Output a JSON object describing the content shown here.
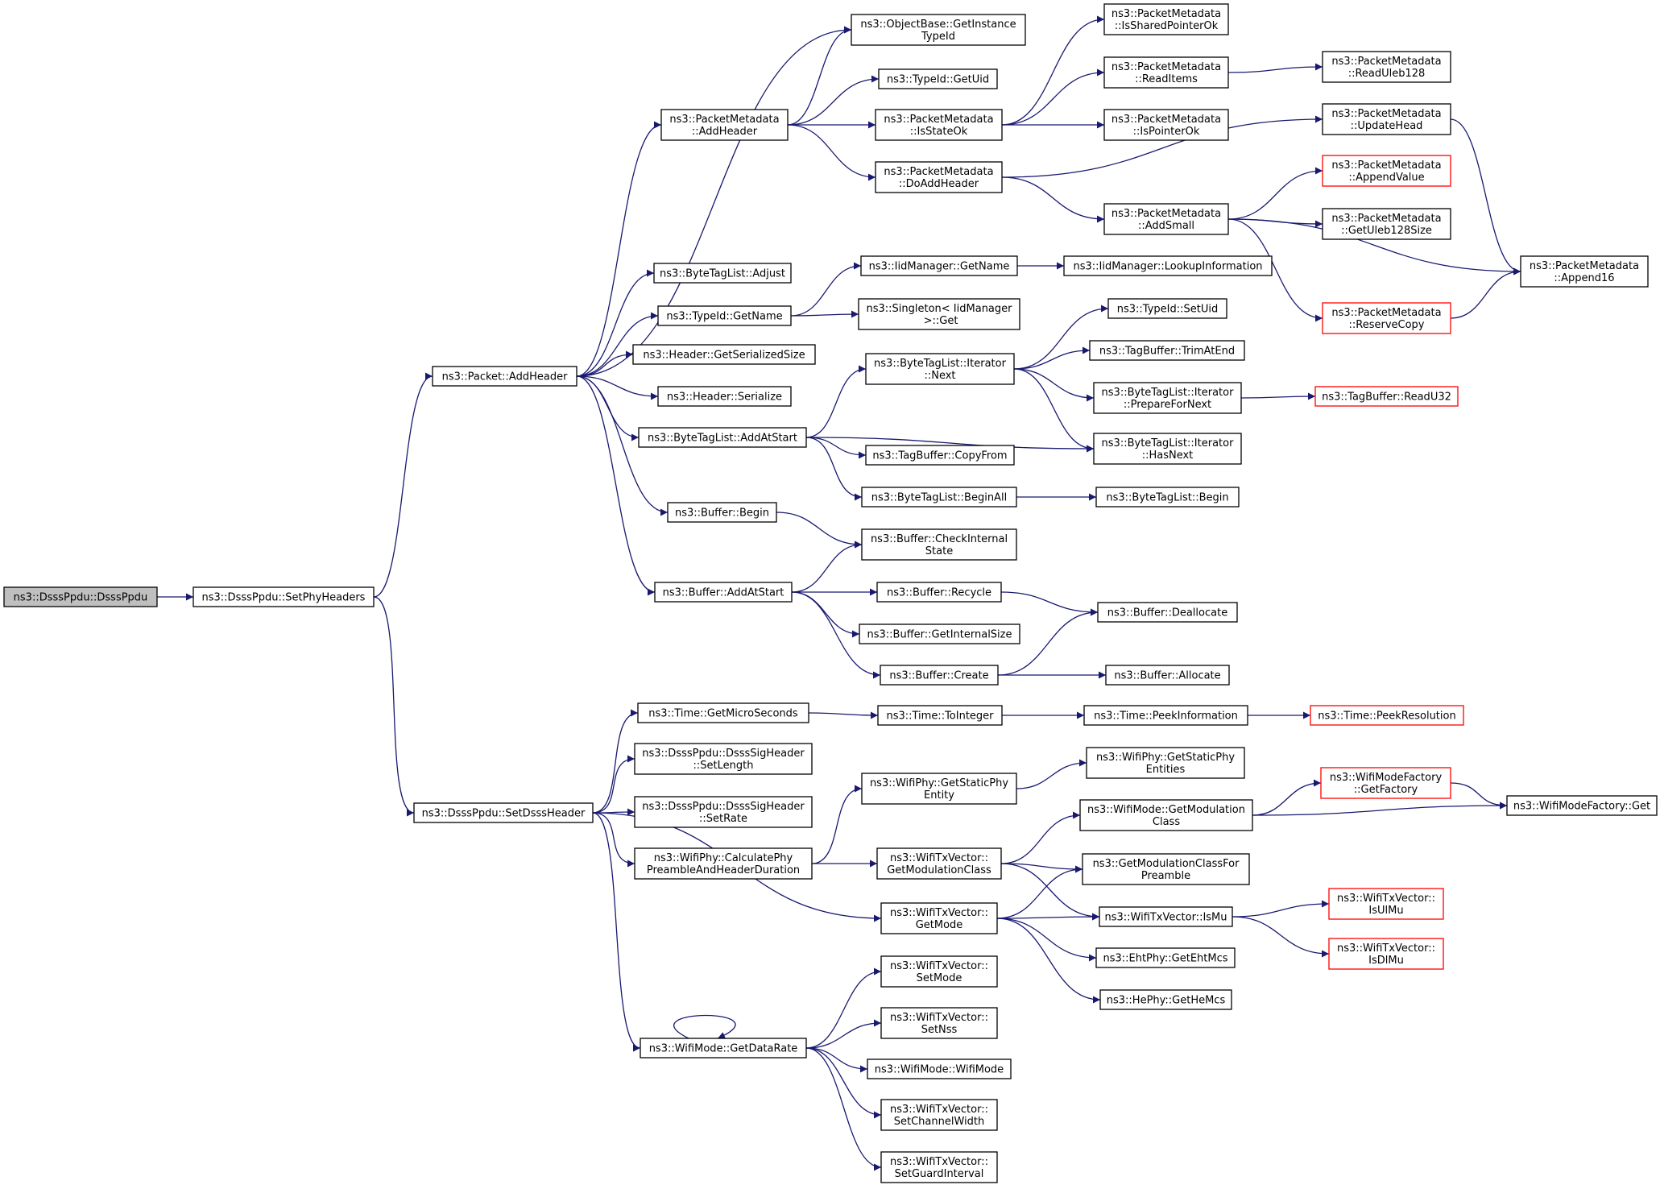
{
  "colors": {
    "edge": "#191970",
    "node_border": "#000000",
    "node_border_truncated": "#ff0000",
    "node_fill": "#ffffff",
    "root_fill": "#bfbfbf",
    "text": "#000000"
  },
  "nodes": [
    {
      "id": "n0",
      "lines": [
        "ns3::DsssPpdu::DsssPpdu"
      ],
      "root": true
    },
    {
      "id": "n1",
      "lines": [
        "ns3::DsssPpdu::SetPhyHeaders"
      ]
    },
    {
      "id": "n2",
      "lines": [
        "ns3::Packet::AddHeader"
      ]
    },
    {
      "id": "n3",
      "lines": [
        "ns3::DsssPpdu::SetDsssHeader"
      ]
    },
    {
      "id": "n4",
      "lines": [
        "ns3::ObjectBase::GetInstance",
        "TypeId"
      ]
    },
    {
      "id": "n5",
      "lines": [
        "ns3::PacketMetadata",
        "::AddHeader"
      ]
    },
    {
      "id": "n6",
      "lines": [
        "ns3::ByteTagList::Adjust"
      ]
    },
    {
      "id": "n7",
      "lines": [
        "ns3::TypeId::GetName"
      ]
    },
    {
      "id": "n8",
      "lines": [
        "ns3::Header::GetSerializedSize"
      ]
    },
    {
      "id": "n9",
      "lines": [
        "ns3::Header::Serialize"
      ]
    },
    {
      "id": "n10",
      "lines": [
        "ns3::ByteTagList::AddAtStart"
      ]
    },
    {
      "id": "n11",
      "lines": [
        "ns3::Buffer::Begin"
      ]
    },
    {
      "id": "n12",
      "lines": [
        "ns3::Buffer::AddAtStart"
      ]
    },
    {
      "id": "n13",
      "lines": [
        "ns3::TypeId::GetUid"
      ]
    },
    {
      "id": "n14",
      "lines": [
        "ns3::PacketMetadata",
        "::IsStateOk"
      ]
    },
    {
      "id": "n15",
      "lines": [
        "ns3::PacketMetadata",
        "::DoAddHeader"
      ]
    },
    {
      "id": "n16",
      "lines": [
        "ns3::PacketMetadata",
        "::IsSharedPointerOk"
      ]
    },
    {
      "id": "n17",
      "lines": [
        "ns3::PacketMetadata",
        "::ReadItems"
      ]
    },
    {
      "id": "n18",
      "lines": [
        "ns3::PacketMetadata",
        "::IsPointerOk"
      ]
    },
    {
      "id": "n19",
      "lines": [
        "ns3::PacketMetadata",
        "::ReadUleb128"
      ]
    },
    {
      "id": "n20",
      "lines": [
        "ns3::PacketMetadata",
        "::UpdateHead"
      ]
    },
    {
      "id": "n21",
      "lines": [
        "ns3::PacketMetadata",
        "::AddSmall"
      ]
    },
    {
      "id": "n22",
      "lines": [
        "ns3::PacketMetadata",
        "::Append16"
      ]
    },
    {
      "id": "n23",
      "lines": [
        "ns3::PacketMetadata",
        "::AppendValue"
      ],
      "truncated": true
    },
    {
      "id": "n24",
      "lines": [
        "ns3::PacketMetadata",
        "::GetUleb128Size"
      ]
    },
    {
      "id": "n25",
      "lines": [
        "ns3::PacketMetadata",
        "::ReserveCopy"
      ],
      "truncated": true
    },
    {
      "id": "n26",
      "lines": [
        "ns3::IidManager::GetName"
      ]
    },
    {
      "id": "n27",
      "lines": [
        "ns3::Singleton< IidManager",
        " >::Get"
      ]
    },
    {
      "id": "n28",
      "lines": [
        "ns3::IidManager::LookupInformation"
      ]
    },
    {
      "id": "n29",
      "lines": [
        "ns3::ByteTagList::Iterator",
        "::Next"
      ]
    },
    {
      "id": "n30",
      "lines": [
        "ns3::TagBuffer::CopyFrom"
      ]
    },
    {
      "id": "n31",
      "lines": [
        "ns3::ByteTagList::BeginAll"
      ]
    },
    {
      "id": "n32",
      "lines": [
        "ns3::ByteTagList::Iterator",
        "::HasNext"
      ]
    },
    {
      "id": "n33",
      "lines": [
        "ns3::TypeId::SetUid"
      ]
    },
    {
      "id": "n34",
      "lines": [
        "ns3::TagBuffer::TrimAtEnd"
      ]
    },
    {
      "id": "n35",
      "lines": [
        "ns3::ByteTagList::Iterator",
        "::PrepareForNext"
      ]
    },
    {
      "id": "n36",
      "lines": [
        "ns3::TagBuffer::ReadU32"
      ],
      "truncated": true
    },
    {
      "id": "n37",
      "lines": [
        "ns3::ByteTagList::Begin"
      ]
    },
    {
      "id": "n38",
      "lines": [
        "ns3::Buffer::CheckInternal",
        "State"
      ]
    },
    {
      "id": "n39",
      "lines": [
        "ns3::Buffer::Recycle"
      ]
    },
    {
      "id": "n40",
      "lines": [
        "ns3::Buffer::GetInternalSize"
      ]
    },
    {
      "id": "n41",
      "lines": [
        "ns3::Buffer::Create"
      ]
    },
    {
      "id": "n42",
      "lines": [
        "ns3::Buffer::Deallocate"
      ]
    },
    {
      "id": "n43",
      "lines": [
        "ns3::Buffer::Allocate"
      ]
    },
    {
      "id": "n44",
      "lines": [
        "ns3::Time::GetMicroSeconds"
      ]
    },
    {
      "id": "n45",
      "lines": [
        "ns3::DsssPpdu::DsssSigHeader",
        "::SetLength"
      ]
    },
    {
      "id": "n46",
      "lines": [
        "ns3::DsssPpdu::DsssSigHeader",
        "::SetRate"
      ]
    },
    {
      "id": "n47",
      "lines": [
        "ns3::WifiPhy::CalculatePhy",
        "PreambleAndHeaderDuration"
      ]
    },
    {
      "id": "n48",
      "lines": [
        "ns3::WifiTxVector::",
        "GetMode"
      ]
    },
    {
      "id": "n49",
      "lines": [
        "ns3::WifiMode::GetDataRate"
      ]
    },
    {
      "id": "n50",
      "lines": [
        "ns3::Time::ToInteger"
      ]
    },
    {
      "id": "n51",
      "lines": [
        "ns3::Time::PeekInformation"
      ]
    },
    {
      "id": "n52",
      "lines": [
        "ns3::Time::PeekResolution"
      ],
      "truncated": true
    },
    {
      "id": "n53",
      "lines": [
        "ns3::WifiPhy::GetStaticPhy",
        "Entity"
      ]
    },
    {
      "id": "n54",
      "lines": [
        "ns3::WifiTxVector::",
        "GetModulationClass"
      ]
    },
    {
      "id": "n55",
      "lines": [
        "ns3::WifiPhy::GetStaticPhy",
        "Entities"
      ]
    },
    {
      "id": "n56",
      "lines": [
        "ns3::WifiMode::GetModulation",
        "Class"
      ]
    },
    {
      "id": "n57",
      "lines": [
        "ns3::GetModulationClassFor",
        "Preamble"
      ]
    },
    {
      "id": "n58",
      "lines": [
        "ns3::WifiTxVector::IsMu"
      ]
    },
    {
      "id": "n59",
      "lines": [
        "ns3::WifiModeFactory",
        "::GetFactory"
      ],
      "truncated": true
    },
    {
      "id": "n60",
      "lines": [
        "ns3::WifiModeFactory::Get"
      ]
    },
    {
      "id": "n61",
      "lines": [
        "ns3::WifiTxVector::",
        "IsUlMu"
      ],
      "truncated": true
    },
    {
      "id": "n62",
      "lines": [
        "ns3::WifiTxVector::",
        "IsDlMu"
      ],
      "truncated": true
    },
    {
      "id": "n63",
      "lines": [
        "ns3::EhtPhy::GetEhtMcs"
      ]
    },
    {
      "id": "n64",
      "lines": [
        "ns3::HePhy::GetHeMcs"
      ]
    },
    {
      "id": "n65",
      "lines": [
        "ns3::WifiTxVector::",
        "SetMode"
      ]
    },
    {
      "id": "n66",
      "lines": [
        "ns3::WifiTxVector::",
        "SetNss"
      ]
    },
    {
      "id": "n67",
      "lines": [
        "ns3::WifiMode::WifiMode"
      ]
    },
    {
      "id": "n68",
      "lines": [
        "ns3::WifiTxVector::",
        "SetChannelWidth"
      ]
    },
    {
      "id": "n69",
      "lines": [
        "ns3::WifiTxVector::",
        "SetGuardInterval"
      ]
    }
  ],
  "edges": [
    [
      "n0",
      "n1"
    ],
    [
      "n1",
      "n2"
    ],
    [
      "n1",
      "n3"
    ],
    [
      "n2",
      "n4"
    ],
    [
      "n2",
      "n5"
    ],
    [
      "n2",
      "n6"
    ],
    [
      "n2",
      "n7"
    ],
    [
      "n2",
      "n8"
    ],
    [
      "n2",
      "n9"
    ],
    [
      "n2",
      "n10"
    ],
    [
      "n2",
      "n11"
    ],
    [
      "n2",
      "n12"
    ],
    [
      "n5",
      "n4"
    ],
    [
      "n5",
      "n13"
    ],
    [
      "n5",
      "n14"
    ],
    [
      "n5",
      "n15"
    ],
    [
      "n14",
      "n16"
    ],
    [
      "n14",
      "n17"
    ],
    [
      "n14",
      "n18"
    ],
    [
      "n17",
      "n19"
    ],
    [
      "n15",
      "n20"
    ],
    [
      "n15",
      "n21"
    ],
    [
      "n20",
      "n22"
    ],
    [
      "n21",
      "n23"
    ],
    [
      "n21",
      "n24"
    ],
    [
      "n21",
      "n22"
    ],
    [
      "n21",
      "n25"
    ],
    [
      "n25",
      "n22"
    ],
    [
      "n7",
      "n26"
    ],
    [
      "n7",
      "n27"
    ],
    [
      "n26",
      "n28"
    ],
    [
      "n10",
      "n29"
    ],
    [
      "n10",
      "n30"
    ],
    [
      "n10",
      "n31"
    ],
    [
      "n10",
      "n32"
    ],
    [
      "n29",
      "n33"
    ],
    [
      "n29",
      "n34"
    ],
    [
      "n29",
      "n35"
    ],
    [
      "n29",
      "n32"
    ],
    [
      "n35",
      "n36"
    ],
    [
      "n31",
      "n37"
    ],
    [
      "n11",
      "n38"
    ],
    [
      "n12",
      "n38"
    ],
    [
      "n12",
      "n39"
    ],
    [
      "n12",
      "n40"
    ],
    [
      "n12",
      "n41"
    ],
    [
      "n39",
      "n42"
    ],
    [
      "n41",
      "n42"
    ],
    [
      "n41",
      "n43"
    ],
    [
      "n3",
      "n44"
    ],
    [
      "n3",
      "n45"
    ],
    [
      "n3",
      "n46"
    ],
    [
      "n3",
      "n47"
    ],
    [
      "n3",
      "n48"
    ],
    [
      "n3",
      "n49"
    ],
    [
      "n44",
      "n50"
    ],
    [
      "n50",
      "n51"
    ],
    [
      "n51",
      "n52"
    ],
    [
      "n47",
      "n53"
    ],
    [
      "n47",
      "n54"
    ],
    [
      "n53",
      "n55"
    ],
    [
      "n54",
      "n56"
    ],
    [
      "n54",
      "n57"
    ],
    [
      "n54",
      "n58"
    ],
    [
      "n56",
      "n59"
    ],
    [
      "n56",
      "n60"
    ],
    [
      "n59",
      "n60"
    ],
    [
      "n48",
      "n57"
    ],
    [
      "n48",
      "n58"
    ],
    [
      "n48",
      "n63"
    ],
    [
      "n48",
      "n64"
    ],
    [
      "n58",
      "n61"
    ],
    [
      "n58",
      "n62"
    ],
    [
      "n49",
      "n49"
    ],
    [
      "n49",
      "n65"
    ],
    [
      "n49",
      "n66"
    ],
    [
      "n49",
      "n67"
    ],
    [
      "n49",
      "n68"
    ],
    [
      "n49",
      "n69"
    ]
  ]
}
